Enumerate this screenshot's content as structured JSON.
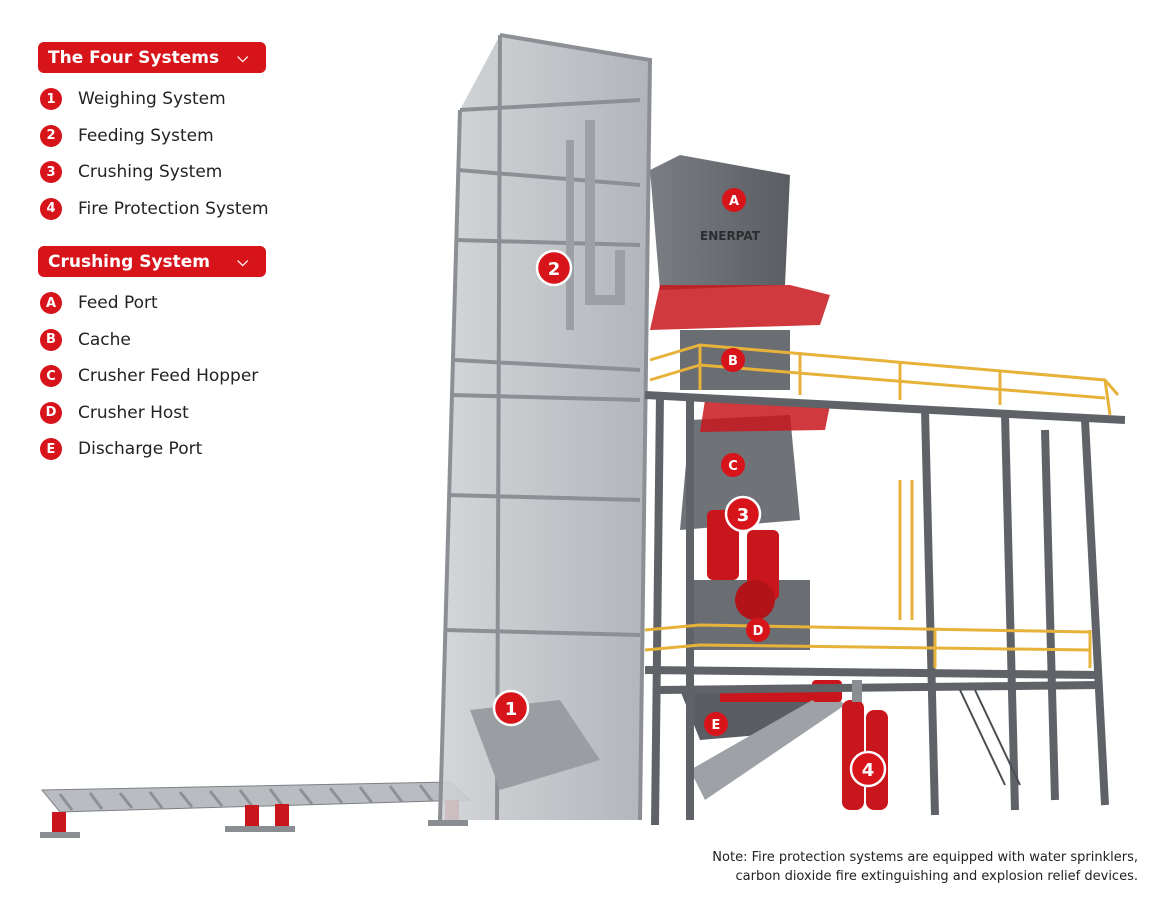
{
  "legend": {
    "four_systems": {
      "title": "The Four Systems",
      "items": [
        {
          "badge": "1",
          "label": "Weighing System"
        },
        {
          "badge": "2",
          "label": "Feeding System"
        },
        {
          "badge": "3",
          "label": "Crushing System"
        },
        {
          "badge": "4",
          "label": "Fire Protection System"
        }
      ]
    },
    "crushing_system": {
      "title": "Crushing System",
      "items": [
        {
          "badge": "A",
          "label": "Feed Port"
        },
        {
          "badge": "B",
          "label": "Cache"
        },
        {
          "badge": "C",
          "label": "Crusher Feed Hopper"
        },
        {
          "badge": "D",
          "label": "Crusher Host"
        },
        {
          "badge": "E",
          "label": "Discharge Port"
        }
      ]
    }
  },
  "callouts": {
    "n1": "1",
    "n2": "2",
    "n3": "3",
    "n4": "4",
    "a": "A",
    "b": "B",
    "c": "C",
    "d": "D",
    "e": "E"
  },
  "brand_text": "ENERPAT",
  "note": {
    "line1": "Note: Fire protection systems are equipped with water sprinklers,",
    "line2": "carbon dioxide fire extinguishing and explosion relief devices."
  },
  "colors": {
    "accent_red": "#d8141b",
    "railing_yellow": "#e6b23a",
    "steel_gray": "#6d7176"
  }
}
